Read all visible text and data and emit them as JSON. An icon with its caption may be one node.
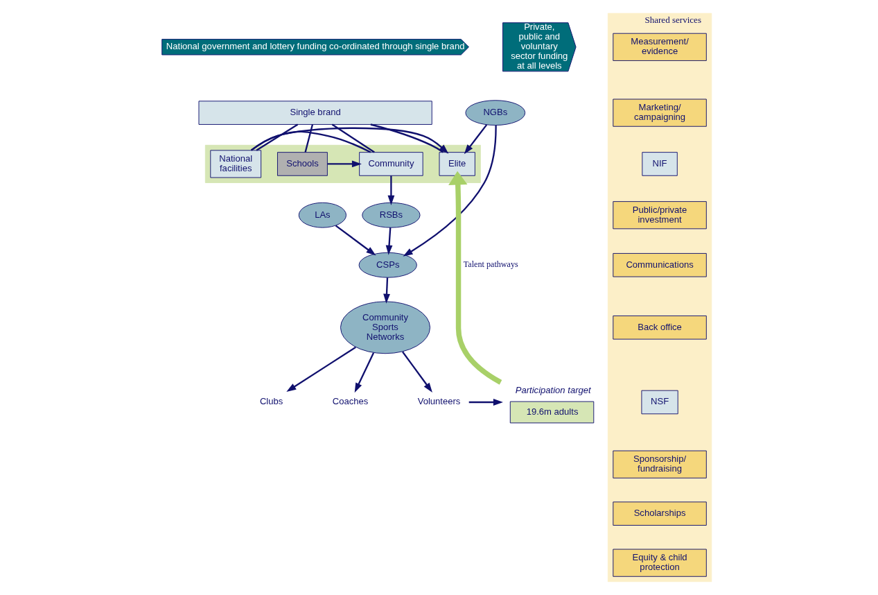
{
  "diagram": {
    "nodes": [
      {
        "text": [
          "National government and lottery funding co-ordinated through single brand"
        ]
      },
      {
        "text": [
          "Private, public and voluntary sector funding at all levels"
        ]
      },
      {
        "text": [
          "Single brand"
        ]
      },
      {
        "text": [],
        "shape": "box"
      },
      {
        "text": [
          "Schools"
        ],
        "in": 3
      },
      {
        "text": [
          "Community"
        ],
        "in": 3
      },
      {
        "text": [
          "National facilities"
        ],
        "in": 3
      },
      {
        "text": [
          "Elite"
        ],
        "in": 3
      },
      {
        "text": [
          "RSBs"
        ]
      },
      {
        "text": [
          "LAs"
        ]
      },
      {
        "text": [
          "NGBs"
        ]
      },
      {
        "text": [
          "CSPs"
        ]
      },
      {
        "text": [
          "Community Sports Networks"
        ]
      },
      {
        "text": [
          "Clubs"
        ]
      },
      {
        "text": [
          "Coaches"
        ]
      },
      {
        "text": [
          "Volunteers"
        ]
      },
      {
        "text": [
          "19.6m adults"
        ],
        "beside": [
          "Participation target"
        ]
      },
      {
        "text": [
          "Shared services"
        ]
      },
      {
        "text": [
          "Measurement/ evidence"
        ],
        "in": 17
      },
      {
        "text": [
          "Marketing/ campaigning"
        ],
        "in": 17
      },
      {
        "text": [
          "NIF"
        ],
        "in": 17
      },
      {
        "text": [
          "Public/private investment"
        ],
        "in": 17
      },
      {
        "text": [
          "Communications"
        ],
        "in": 17
      },
      {
        "text": [
          "Back office"
        ],
        "in": 17
      },
      {
        "text": [
          "NSF"
        ],
        "in": 17
      },
      {
        "text": [
          "Sponsorship/ fundraising"
        ],
        "in": 17
      },
      {
        "text": [
          "Scholarships"
        ],
        "in": 17
      },
      {
        "text": [
          "Equity & child protection"
        ],
        "in": 17
      }
    ],
    "edges": [
      {
        "from": 2,
        "to": 4,
        "arrow": "none"
      },
      {
        "from": 2,
        "to": 5,
        "arrow": "none"
      },
      {
        "from": 2,
        "to": 6,
        "arrow": "none"
      },
      {
        "from": 2,
        "to": 7,
        "arrow": "none"
      },
      {
        "from": 4,
        "to": 5,
        "arrow": "to"
      },
      {
        "from": 5,
        "to": 6,
        "arrow": "none"
      },
      {
        "from": 6,
        "to": 7,
        "arrow": "to"
      },
      {
        "from": 5,
        "to": 8,
        "arrow": "to"
      },
      {
        "from": 8,
        "to": 11,
        "arrow": "to"
      },
      {
        "from": 9,
        "to": 11,
        "arrow": "to"
      },
      {
        "from": 10,
        "to": 11,
        "arrow": "to"
      },
      {
        "from": 10,
        "to": 7,
        "arrow": "to"
      },
      {
        "from": 11,
        "to": 12,
        "arrow": "to"
      },
      {
        "from": 12,
        "to": 13,
        "arrow": "to"
      },
      {
        "from": 12,
        "to": 14,
        "arrow": "to"
      },
      {
        "from": 12,
        "to": 15,
        "arrow": "to"
      },
      {
        "from": 15,
        "to": 16,
        "arrow": "to"
      },
      {
        "from": 16,
        "to": 7,
        "arrow": "to",
        "label": "Talent pathways",
        "style": "thick",
        "color": "#a8d068"
      }
    ]
  }
}
